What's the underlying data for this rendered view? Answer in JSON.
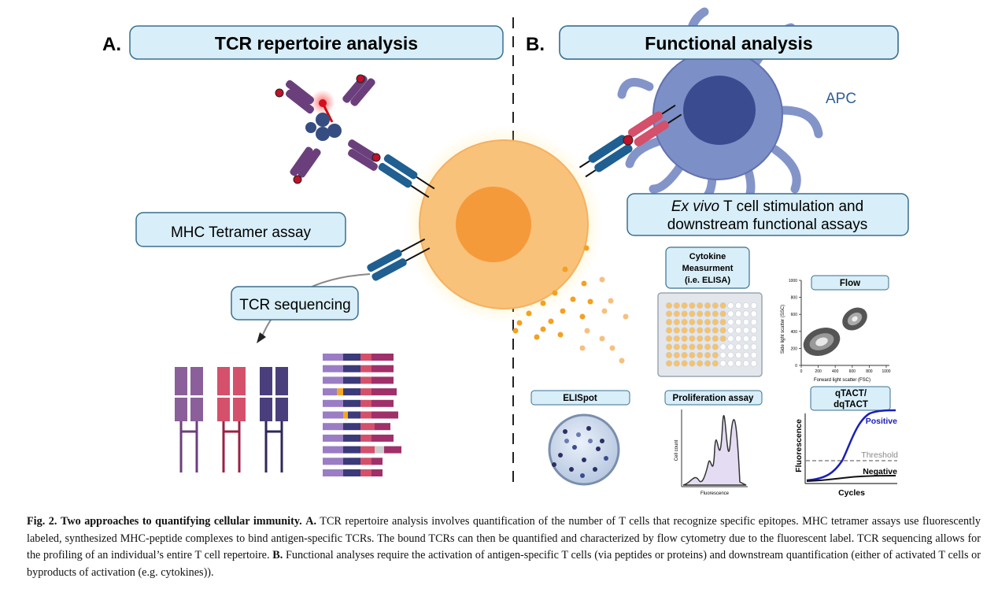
{
  "panel_a": {
    "letter": "A.",
    "title": "TCR repertoire analysis",
    "tetramer_label": "MHC Tetramer assay",
    "sequencing_label": "TCR sequencing"
  },
  "panel_b": {
    "letter": "B.",
    "title": "Functional analysis",
    "apc_label": "APC",
    "stim_label_italic": "Ex vivo",
    "stim_label_line1_rest": " T cell stimulation and",
    "stim_label_line2": "downstream functional assays",
    "cytokine_label": [
      "Cytokine",
      "Measurment",
      "(i.e. ELISA)"
    ],
    "flow": {
      "title": "Flow",
      "xlabel": "Forward light scatter (FSC)",
      "ylabel": "Side light scatter (SSC)",
      "xticks": [
        "0",
        "200",
        "400",
        "600",
        "800",
        "1000"
      ],
      "yticks": [
        "0",
        "200",
        "400",
        "600",
        "800",
        "1000"
      ]
    },
    "elispot_label": "ELISpot",
    "proliferation": {
      "title": "Proliferation assay",
      "xlabel": "Fluorescence",
      "ylabel": "Cell count"
    },
    "qtact": {
      "title": [
        "qTACT/",
        "dqTACT"
      ],
      "xlabel": "Cycles",
      "ylabel": "Fluorescence",
      "positive": "Positive",
      "threshold": "Threshold",
      "negative": "Negative"
    }
  },
  "caption": {
    "fig_label": "Fig. 2.",
    "fig_title": "Two approaches to quantifying cellular immunity.",
    "a_label": "A.",
    "a_text": " TCR repertoire analysis involves quantification of the number of T cells that recognize specific epitopes. MHC tetramer assays use fluorescently labeled, synthesized MHC-peptide complexes to bind antigen-specific TCRs. The bound TCRs can then be quantified and characterized by flow cytometry due to the fluorescent label. TCR sequencing allows for the profiling of an individual’s entire T cell repertoire. ",
    "b_label": "B.",
    "b_text": " Functional analyses require the activation of antigen-specific T cells (via peptides or proteins) and downstream quantification (either of activated T cells or byproducts of activation (e.g. cytokines))."
  },
  "colors": {
    "banner_fill": "#d8eef8",
    "banner_stroke": "#3a6f8f",
    "tcell_outer": "#f9c27a",
    "tcell_inner": "#f59a3a",
    "apc": "#7d8fc7",
    "apc_nucleus": "#3b4b8f",
    "tcr_blue": "#1f5f91",
    "mhc_pink": "#d4506b",
    "tetramer_purple": "#6b3f7c"
  }
}
